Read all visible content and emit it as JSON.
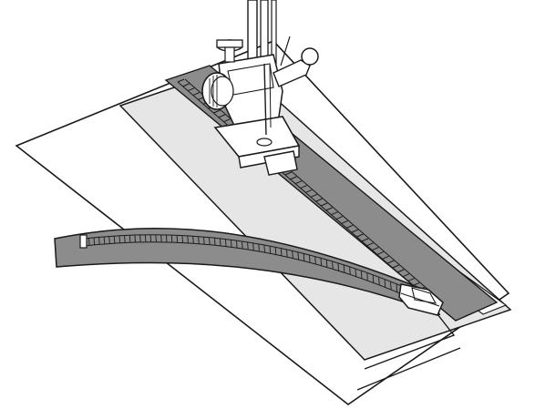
{
  "illustration": {
    "subject": "sewing-machine-presser-foot-zipper-insertion",
    "colors": {
      "line": "#1a1a1a",
      "fabric_light": "#ffffff",
      "fabric_tape": "#d9d9d9",
      "zipper_tape": "#8c8c8c",
      "teeth": "#ffffff",
      "metal": "#ffffff"
    },
    "zipper_teeth_count_left": 60,
    "zipper_teeth_count_right": 50,
    "icons": [
      "needle-icon",
      "presser-foot-icon",
      "thumb-screw-icon",
      "zipper-pull-icon"
    ]
  }
}
